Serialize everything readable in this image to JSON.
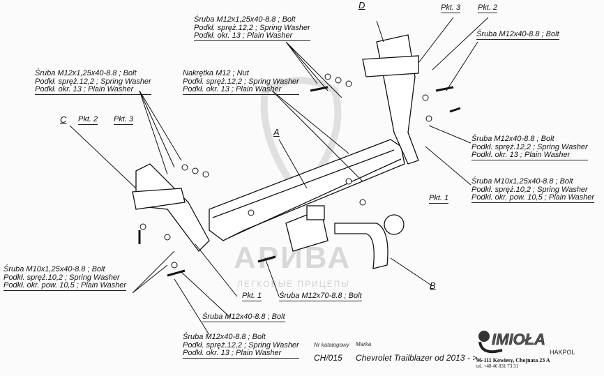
{
  "watermark": {
    "brand": "АРИВА",
    "subtitle": "ЛЕГКОВЫЕ ПРИЦЕПЫ"
  },
  "markers": {
    "A": "A",
    "B": "B",
    "C": "C",
    "D": "D"
  },
  "points": {
    "pkt1": "Pkt. 1",
    "pkt2": "Pkt. 2",
    "pkt3": "Pkt. 3"
  },
  "labels": {
    "top_center": [
      "Śruba M12x1,25x40-8.8 ;  Bolt",
      "Podkł. spręż.12,2 ; Spring Washer",
      "Podkł. okr. 13 ; Plain Washer"
    ],
    "top_right": [
      "Śruba M12x40-8.8 ;  Bolt"
    ],
    "left_upper": [
      "Śruba M12x1,25x40-8.8 ;  Bolt",
      "Podkł. spręż.12,2 ; Spring Washer",
      "Podkł. okr. 13 ; Plain Washer"
    ],
    "nut": [
      "Nakrętka  M12 ; Nut",
      "Podkł. spręż.12,2 ; Spring Washer",
      "Podkł. okr. 13 ; Plain Washer"
    ],
    "right_middle": [
      "Śruba M12x40-8.8 ;  Bolt",
      "Podkł. spręż.12,2 ; Spring Washer",
      "Podkł. okr. 13 ; Plain Washer"
    ],
    "right_lower": [
      "Śruba M10x1,25x40-8.8 ;  Bolt",
      "Podkł. spręż.10,2 ; Spring Washer",
      "Podkł. okr. pow. 10,5 ; Plain Washer"
    ],
    "left_lower": [
      "Śruba M10x1,25x40-8.8 ;  Bolt",
      "Podkł. spręż.10,2 ; Spring Washer",
      "Podkł. okr. pow. 10,5 ; Plain Washer"
    ],
    "m12x70": [
      "Śruba M12x70-8.8 ;  Bolt"
    ],
    "m12x40_mid": [
      "Śruba M12x40-8.8 ;  Bolt"
    ],
    "bottom": [
      "Śruba M12x40-8.8 ;  Bolt",
      "Podkł. spręż.12,2 ; Spring Washer",
      "Podkł. okr. 13 ; Plain Washer"
    ]
  },
  "title_block": {
    "catalog_label": "Nr katalogowy",
    "catalog_value": "CH/015",
    "make_label": "Marka",
    "make_value": "Chevrolet Trailblazer   od 2013 - >",
    "logo_text": "IMIOŁA",
    "logo_sub": "HAKPOL",
    "address": "96-111 Kowiesy, Chojnata 23 A",
    "phone": "tel. +48 46 831 73 31"
  }
}
